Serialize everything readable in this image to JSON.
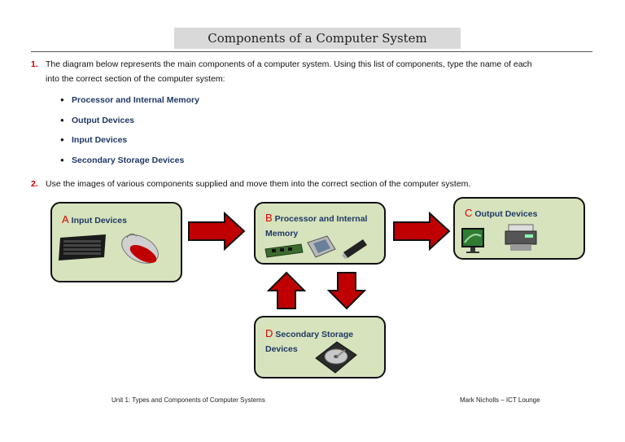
{
  "title": "Components of a Computer System",
  "question1": {
    "number": "1.",
    "line1": "The diagram below represents the main components of a computer system. Using this list of components, type the name of each",
    "line2": "into the correct section of the computer system:"
  },
  "bullets": [
    "Processor and Internal Memory",
    "Output Devices",
    "Input Devices",
    "Secondary Storage Devices"
  ],
  "question2": {
    "number": "2.",
    "text": "Use the images of various components supplied and move them into the correct section of the computer system."
  },
  "boxes": {
    "a": {
      "letter": "A",
      "label": "Input Devices"
    },
    "b": {
      "letter": "B",
      "label_line1": "Processor and Internal",
      "label_line2": "Memory"
    },
    "c": {
      "letter": "C",
      "label": "Output Devices"
    },
    "d": {
      "letter": "D",
      "label_line1": "Secondary Storage",
      "label_line2": "Devices"
    }
  },
  "colors": {
    "box_fill": "#d6e3bc",
    "arrow_fill": "#c00000",
    "number_red": "#c00000",
    "label_blue": "#1f3864"
  },
  "icons": [
    "keyboard-icon",
    "mouse-icon",
    "ram-chip-icon",
    "processor-icon",
    "usb-drive-icon",
    "monitor-icon",
    "printer-icon",
    "hard-drive-icon"
  ],
  "footer": {
    "left": "Unit 1: Types and Components of Computer Systems",
    "right": "Mark Nicholls – ICT Lounge"
  }
}
